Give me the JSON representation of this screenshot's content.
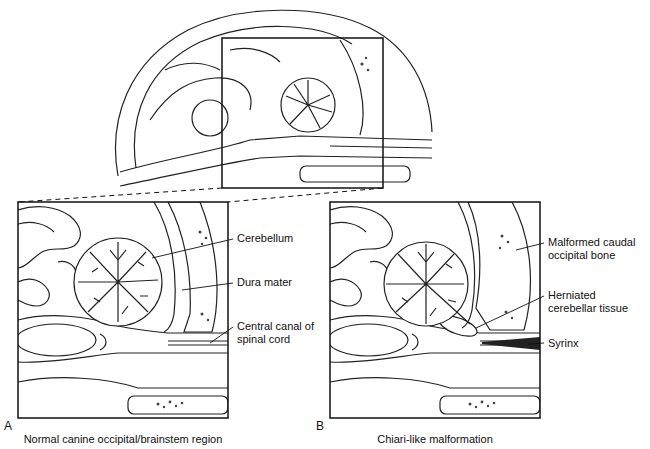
{
  "diagram": {
    "labels": [
      "Cerebellum",
      "Dura mater",
      "Central canal of spinal cord",
      "Malformed caudal occipital bone",
      "Herniated cerebellar tissue",
      "Syrinx",
      "A",
      "B",
      "Normal canine occipital/brainstem region",
      "Chiari-like malformation"
    ]
  }
}
